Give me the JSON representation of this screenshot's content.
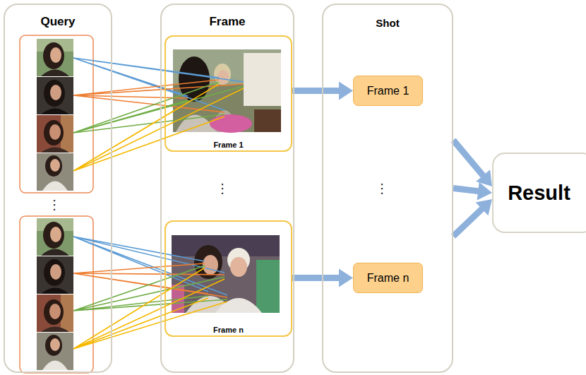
{
  "diagram": {
    "nodes": [
      {
        "text": [
          "Query"
        ]
      },
      {
        "text": [
          "Frame"
        ]
      },
      {
        "text": [
          "Frame 1"
        ],
        "in": 1
      },
      {
        "text": [
          "Frame n"
        ],
        "in": 1
      },
      {
        "text": [
          "Shot"
        ]
      },
      {
        "text": [
          "Frame 1"
        ],
        "in": 4
      },
      {
        "text": [
          "Frame n"
        ],
        "in": 4
      },
      {
        "text": [
          "Result"
        ]
      }
    ],
    "edges": [
      {
        "from": 2,
        "to": 5,
        "arrow": "to"
      },
      {
        "from": 3,
        "to": 6,
        "arrow": "to"
      },
      {
        "from": 4,
        "to": 7,
        "arrow": "to"
      },
      {
        "from": 4,
        "to": 7,
        "arrow": "to"
      },
      {
        "from": 4,
        "to": 7,
        "arrow": "to"
      }
    ],
    "labels": [
      "⋮",
      "⋮",
      "⋮"
    ]
  }
}
